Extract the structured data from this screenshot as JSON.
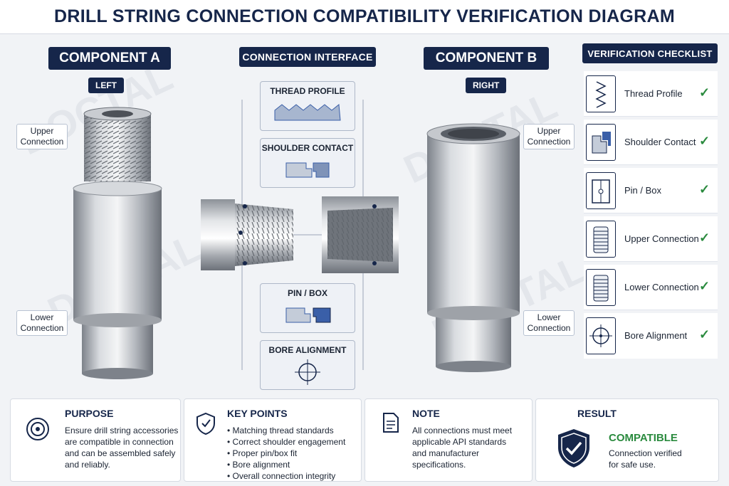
{
  "title": "DRILL STRING CONNECTION COMPATIBILITY VERIFICATION DIAGRAM",
  "watermark": "DOCTAL",
  "component_a": {
    "title": "COMPONENT A",
    "side": "LEFT",
    "upper_label": "Upper Connection",
    "lower_label": "Lower Connection"
  },
  "component_b": {
    "title": "COMPONENT B",
    "side": "RIGHT",
    "upper_label": "Upper Connection",
    "lower_label": "Lower Connection"
  },
  "interface": {
    "title": "CONNECTION INTERFACE",
    "boxes": [
      "THREAD PROFILE",
      "SHOULDER CONTACT",
      "PIN / BOX",
      "BORE ALIGNMENT"
    ]
  },
  "checklist": {
    "title": "VERIFICATION CHECKLIST",
    "items": [
      {
        "label": "Thread Profile",
        "icon": "thread-profile-icon"
      },
      {
        "label": "Shoulder Contact",
        "icon": "shoulder-contact-icon"
      },
      {
        "label": "Pin / Box",
        "icon": "pin-box-icon"
      },
      {
        "label": "Upper Connection",
        "icon": "upper-connection-icon"
      },
      {
        "label": "Lower Connection",
        "icon": "lower-connection-icon"
      },
      {
        "label": "Bore Alignment",
        "icon": "bore-alignment-icon"
      }
    ],
    "check_glyph": "✓",
    "check_color": "#2a8a3e"
  },
  "purpose": {
    "heading": "PURPOSE",
    "body": [
      "Ensure drill string accessories",
      "are compatible in connection",
      "and can be assembled safely",
      "and reliably."
    ]
  },
  "key_points": {
    "heading": "KEY POINTS",
    "items": [
      "Matching thread standards",
      "Correct shoulder engagement",
      "Proper pin/box fit",
      "Bore alignment",
      "Overall connection integrity"
    ]
  },
  "note": {
    "heading": "NOTE",
    "body": [
      "All connections must meet",
      "applicable API standards",
      "and manufacturer",
      "specifications."
    ]
  },
  "result": {
    "heading": "RESULT",
    "status": "COMPATIBLE",
    "status_color": "#2a8a3e",
    "body": [
      "Connection verified",
      "for safe use."
    ]
  },
  "colors": {
    "navy": "#16264a",
    "accent_blue": "#3a5fa8"
  }
}
